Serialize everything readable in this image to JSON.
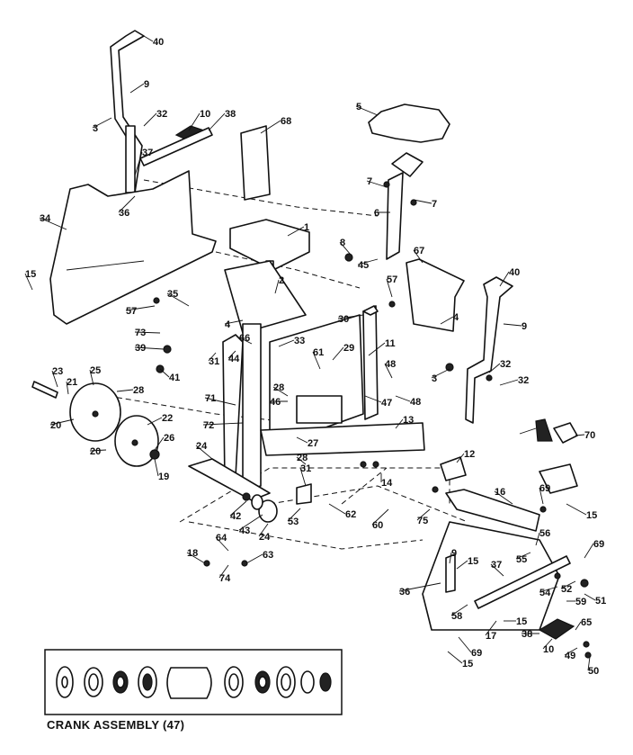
{
  "caption": "CRANK ASSEMBLY (47)",
  "callouts": [
    "40",
    "9",
    "3",
    "32",
    "10",
    "38",
    "68",
    "37",
    "36",
    "34",
    "15",
    "5",
    "7",
    "7",
    "6",
    "8",
    "45",
    "1",
    "2",
    "57",
    "35",
    "4",
    "73",
    "39",
    "66",
    "33",
    "31",
    "44",
    "41",
    "61",
    "29",
    "11",
    "48",
    "23",
    "21",
    "25",
    "28",
    "28",
    "46",
    "47",
    "48",
    "20",
    "20",
    "22",
    "26",
    "19",
    "71",
    "72",
    "24",
    "27",
    "13",
    "12",
    "28",
    "31",
    "53",
    "62",
    "14",
    "60",
    "75",
    "16",
    "69",
    "15",
    "42",
    "43",
    "24",
    "18",
    "64",
    "74",
    "63",
    "9",
    "15",
    "36",
    "58",
    "37",
    "55",
    "56",
    "69",
    "54",
    "52",
    "51",
    "59",
    "15",
    "38",
    "17",
    "65",
    "10",
    "49",
    "50",
    "69",
    "15",
    "67",
    "30",
    "57",
    "4",
    "40",
    "9",
    "32",
    "3",
    "32",
    "70"
  ],
  "colors": {
    "ink": "#111111",
    "paper": "#ffffff"
  }
}
